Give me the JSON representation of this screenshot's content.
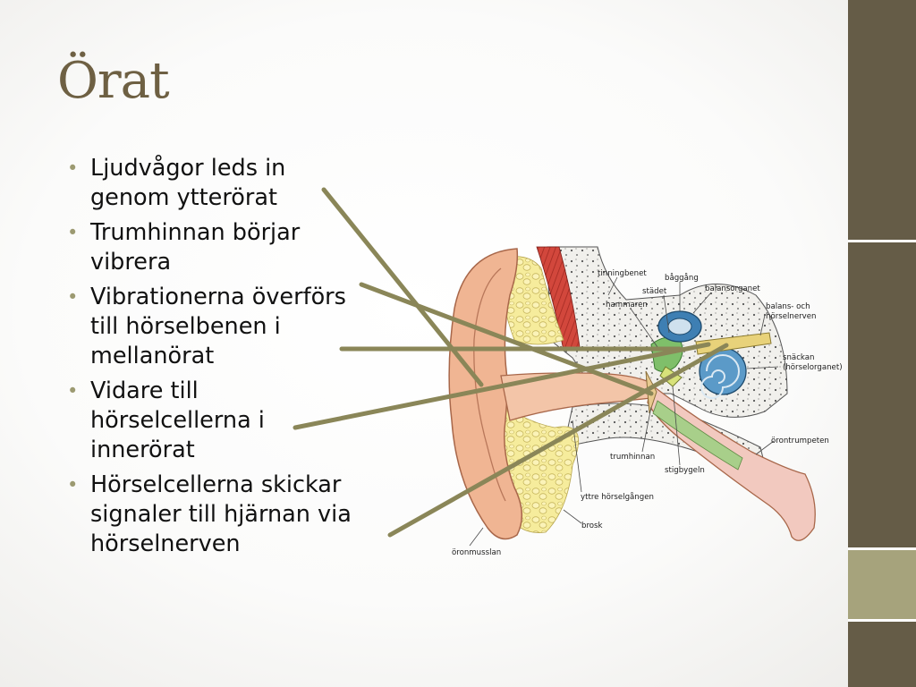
{
  "slide": {
    "title": "Örat",
    "bullets": [
      {
        "line1": "Ljudvågor leds in",
        "line2": "genom ytterörat"
      },
      {
        "line1": "Trumhinnan börjar",
        "line2": "vibrera"
      },
      {
        "line1": "Vibrationerna överförs",
        "line2": "till hörselbenen i",
        "line3": "mellanörat"
      },
      {
        "line1": "Vidare till",
        "line2": "hörselcellerna i",
        "line3": "innerörat"
      },
      {
        "line1": "Hörselcellerna skickar",
        "line2": "signaler till hjärnan via",
        "line3": "hörselnerven"
      }
    ],
    "bullet_icon": "bullet-dot-icon"
  },
  "diagram": {
    "labels": {
      "tinningbenet": "tinningbenet",
      "baggang": "båggång",
      "stadet": "städet",
      "balansorganet": "balansorganet",
      "hammaren": "hammaren",
      "balans1": "balans- och",
      "balans2": "hörselnerven",
      "snackan1": "snäckan",
      "snackan2": "(hörselorganet)",
      "orontrumpeten": "örontrumpeten",
      "trumhinnan": "trumhinnan",
      "stigbygeln": "stigbygeln",
      "yttre": "yttre hörselgången",
      "brosk": "brosk",
      "oronmusslan": "öronmusslan"
    }
  },
  "colors": {
    "sidebar": "#655c47",
    "sidebar_accent": "#a6a37c",
    "title": "#6e6043",
    "bullet_marker": "#9c9a71",
    "pointer_line": "#8a8658"
  }
}
